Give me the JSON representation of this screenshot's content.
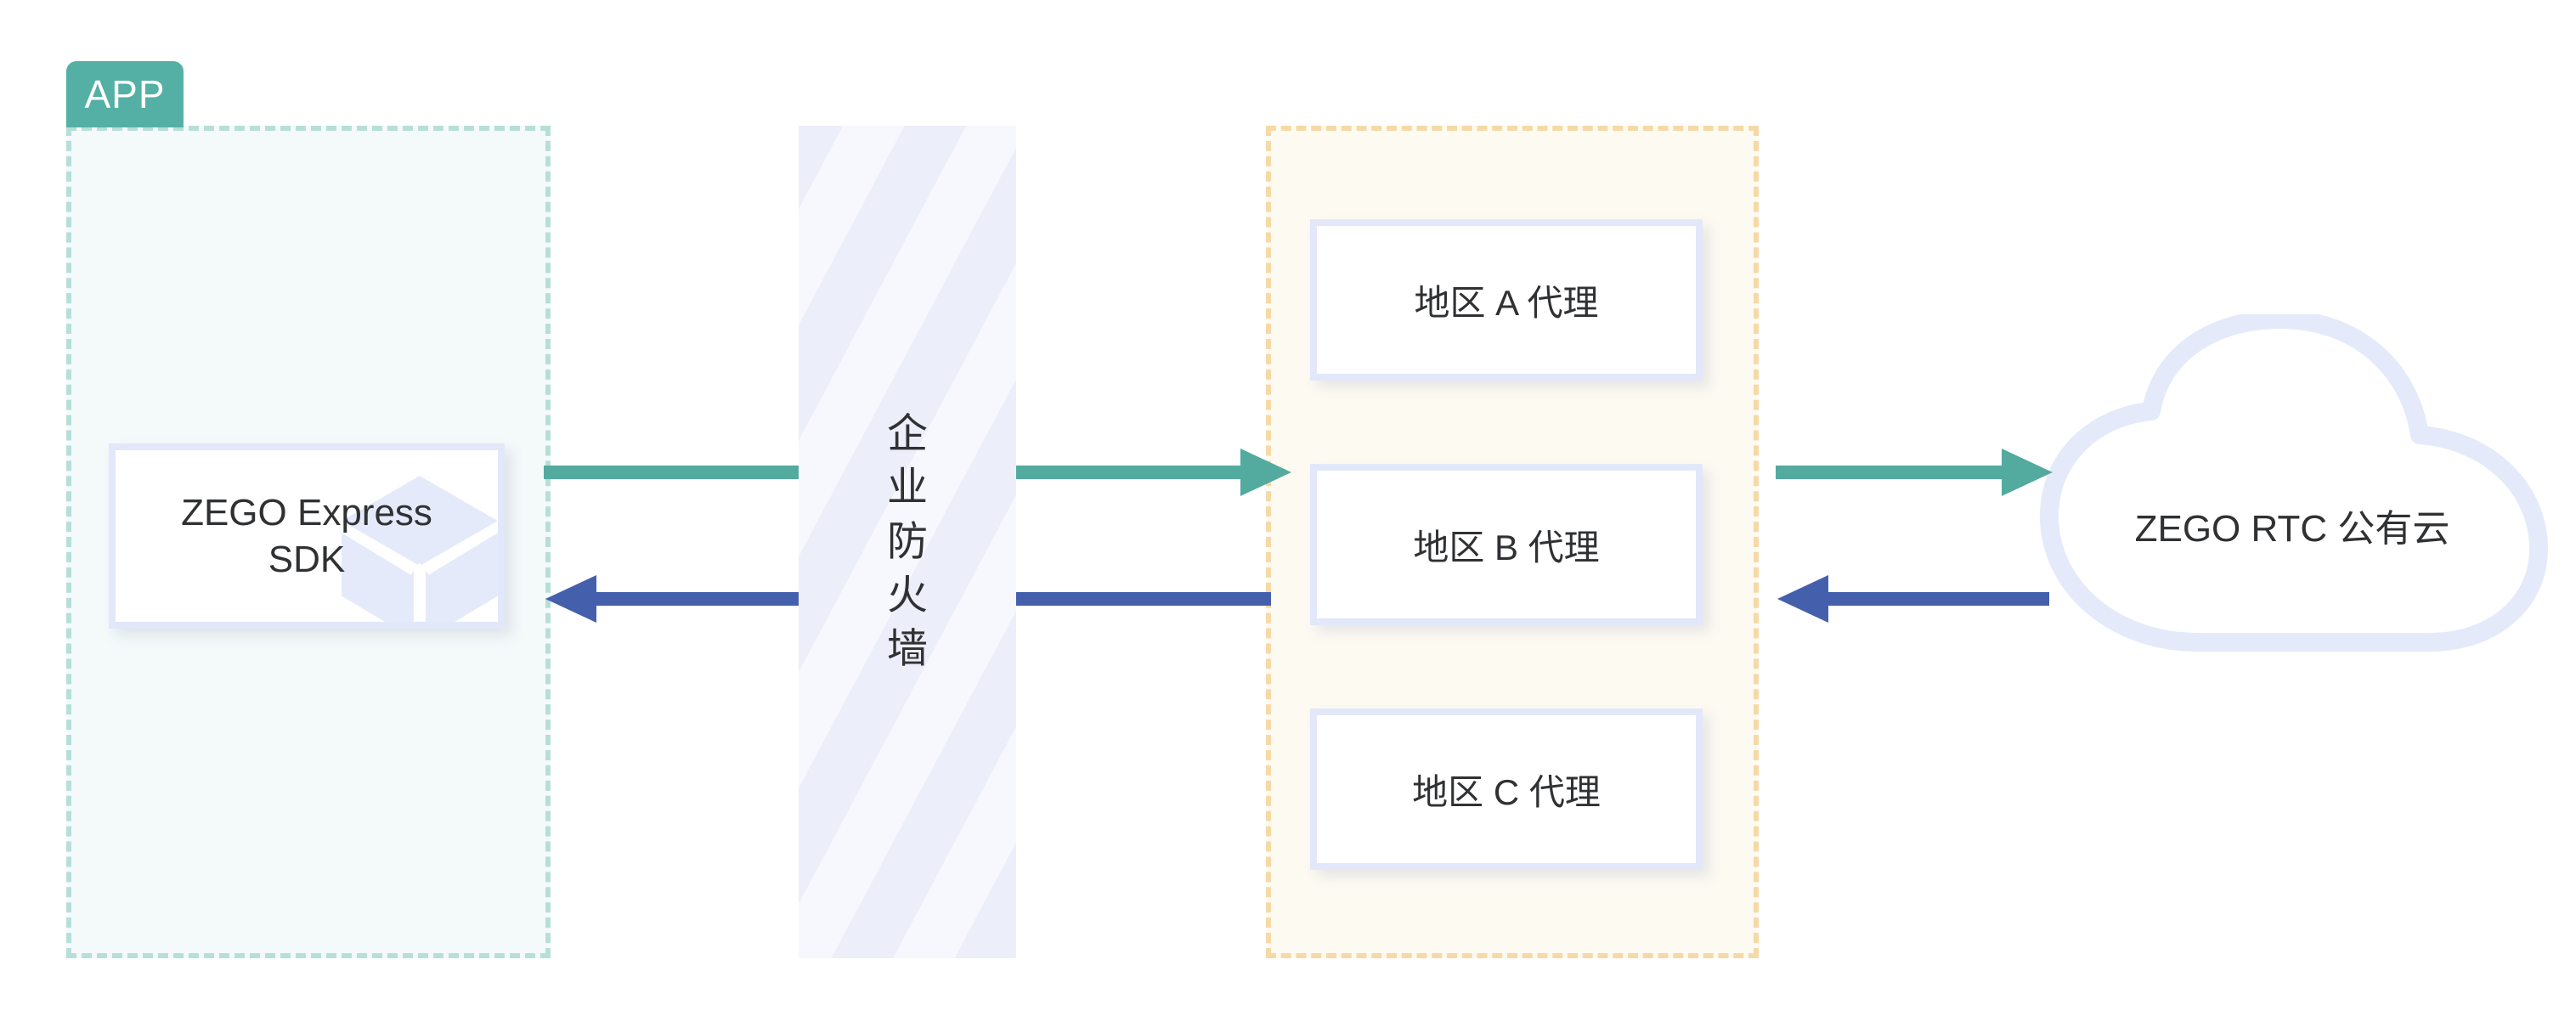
{
  "diagram": {
    "title": "ZEGO RTC proxy deployment topology",
    "app_region": {
      "badge": "APP",
      "badge_color": "#54b0a4",
      "border_color": "#b6dfd8",
      "fill_color": "#f4fafa"
    },
    "sdk_box": {
      "line1": "ZEGO Express",
      "line2": "SDK",
      "icon": "cube-icon",
      "border_color": "#e2e8fa"
    },
    "firewall": {
      "chars": [
        "企",
        "业",
        "防",
        "火",
        "墙"
      ],
      "text": "企业防火墙",
      "stripe_light": "#f6f8fd",
      "stripe_dark": "#eceffa"
    },
    "proxy_region": {
      "border_color": "#f6d9a6",
      "fill_color": "#fdfaf2",
      "boxes": [
        {
          "label": "地区 A 代理"
        },
        {
          "label": "地区 B 代理"
        },
        {
          "label": "地区 C 代理"
        }
      ]
    },
    "cloud": {
      "label": "ZEGO RTC 公有云",
      "border_color": "#e2e8fa",
      "fill_color": "#ffffff"
    },
    "arrows": [
      {
        "id": "sdk-to-proxy",
        "direction": "right",
        "color": "#52ab9e"
      },
      {
        "id": "proxy-to-cloud",
        "direction": "right",
        "color": "#52ab9e"
      },
      {
        "id": "cloud-to-proxy",
        "direction": "left",
        "color": "#4460ad"
      },
      {
        "id": "proxy-to-sdk",
        "direction": "left",
        "color": "#4460ad"
      }
    ]
  }
}
